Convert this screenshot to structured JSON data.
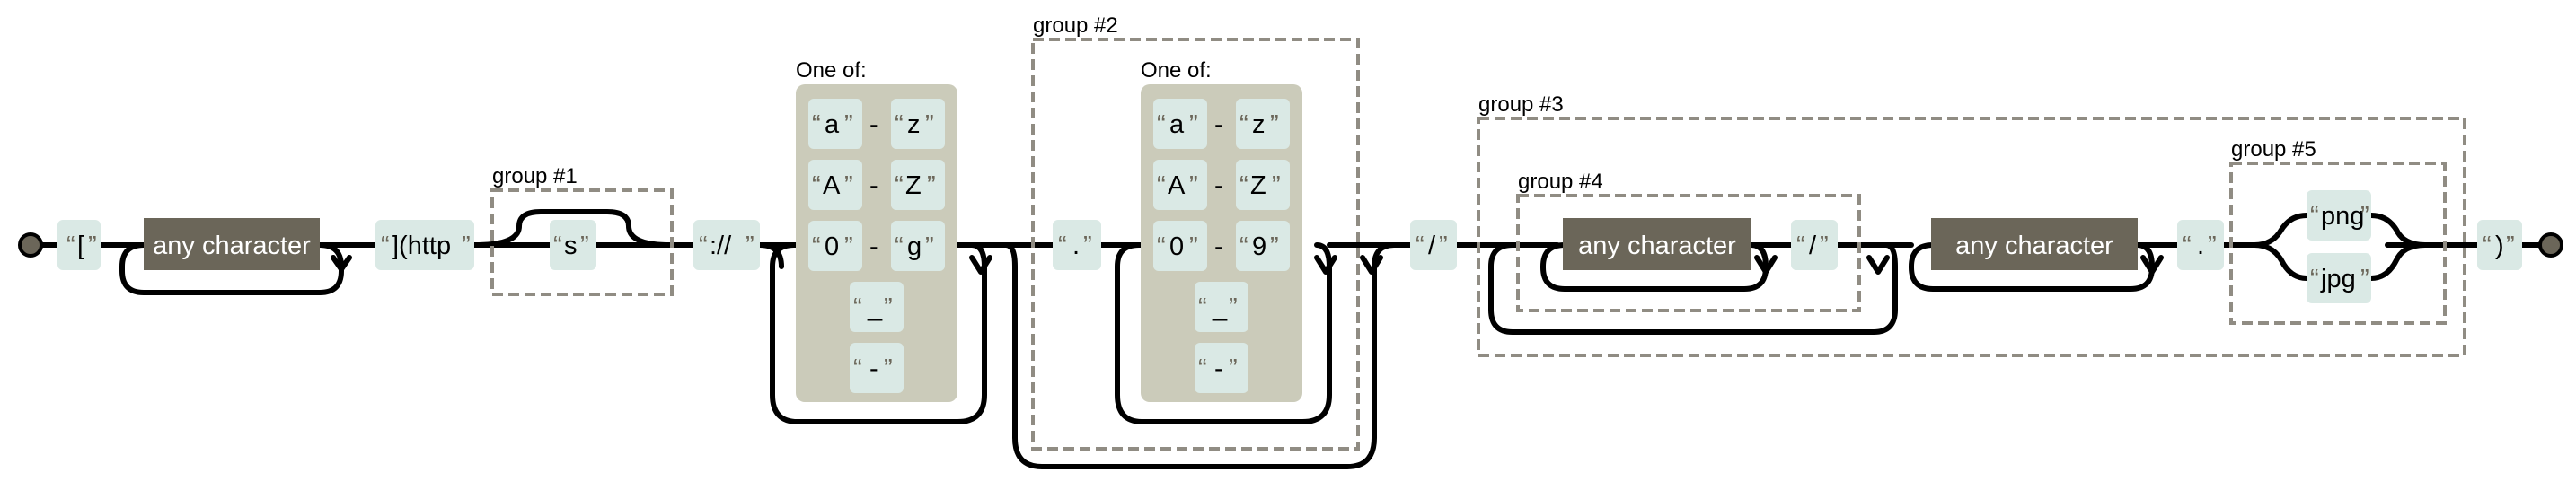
{
  "literals": {
    "open_bracket": "[",
    "close_bracket_http": "](http",
    "s": "s",
    "scheme_sep": "://",
    "dot": ".",
    "slash": "/",
    "slash_inner": "/",
    "dot_ext": ".",
    "png": "png",
    "jpg": "jpg",
    "close_paren": ")"
  },
  "any_character": "any character",
  "one_of": "One of:",
  "dash": "-",
  "open_quote": "“",
  "close_quote": "”",
  "set1": {
    "r1_from": "a",
    "r1_to": "z",
    "r2_from": "A",
    "r2_to": "Z",
    "r3_from": "0",
    "r3_to": "g",
    "c1": "_",
    "c2": "-"
  },
  "set2": {
    "r1_from": "a",
    "r1_to": "z",
    "r2_from": "A",
    "r2_to": "Z",
    "r3_from": "0",
    "r3_to": "9",
    "c1": "_",
    "c2": "-"
  },
  "groups": {
    "g1": "group #1",
    "g2": "group #2",
    "g3": "group #3",
    "g4": "group #4",
    "g5": "group #5"
  },
  "colors": {
    "literal": "#dae9e5",
    "any_char": "#6b6659",
    "char_set": "#cbcbba",
    "group_border": "#908c83",
    "rail": "#000000"
  }
}
